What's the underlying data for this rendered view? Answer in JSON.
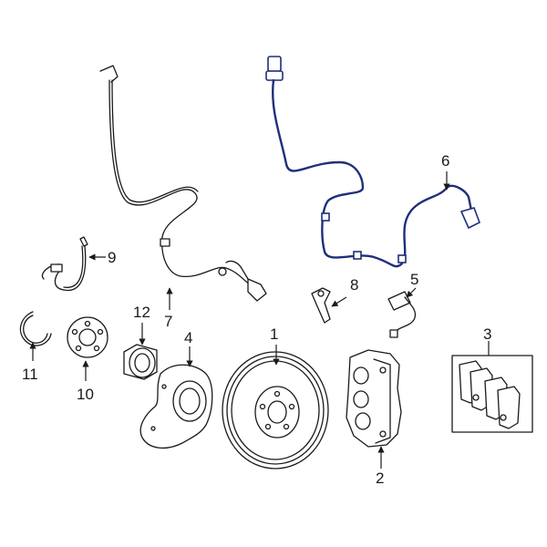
{
  "highlight_color": "#1f2f7a",
  "callouts": [
    {
      "id": "1",
      "label": "1"
    },
    {
      "id": "2",
      "label": "2"
    },
    {
      "id": "3",
      "label": "3"
    },
    {
      "id": "4",
      "label": "4"
    },
    {
      "id": "5",
      "label": "5"
    },
    {
      "id": "6",
      "label": "6"
    },
    {
      "id": "7",
      "label": "7"
    },
    {
      "id": "8",
      "label": "8"
    },
    {
      "id": "9",
      "label": "9"
    },
    {
      "id": "10",
      "label": "10"
    },
    {
      "id": "11",
      "label": "11"
    },
    {
      "id": "12",
      "label": "12"
    }
  ]
}
